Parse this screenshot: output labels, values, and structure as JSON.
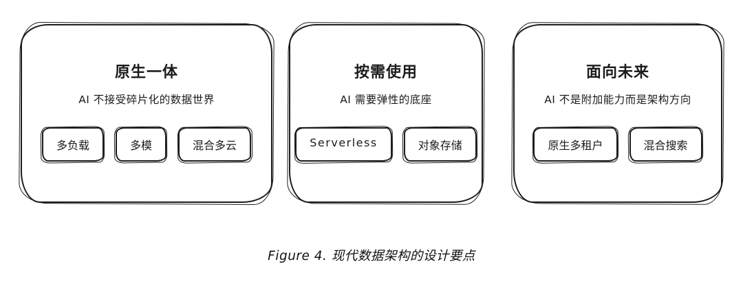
{
  "figure": {
    "caption": "Figure 4. 现代数据架构的设计要点"
  },
  "cards": [
    {
      "title": "原生一体",
      "subtitle": "AI 不接受碎片化的数据世界",
      "tags": [
        "多负载",
        "多模",
        "混合多云"
      ]
    },
    {
      "title": "按需使用",
      "subtitle": "AI 需要弹性的底座",
      "tags": [
        "Serverless",
        "对象存储"
      ]
    },
    {
      "title": "面向未来",
      "subtitle": "AI 不是附加能力而是架构方向",
      "tags": [
        "原生多租户",
        "混合搜索"
      ]
    }
  ]
}
